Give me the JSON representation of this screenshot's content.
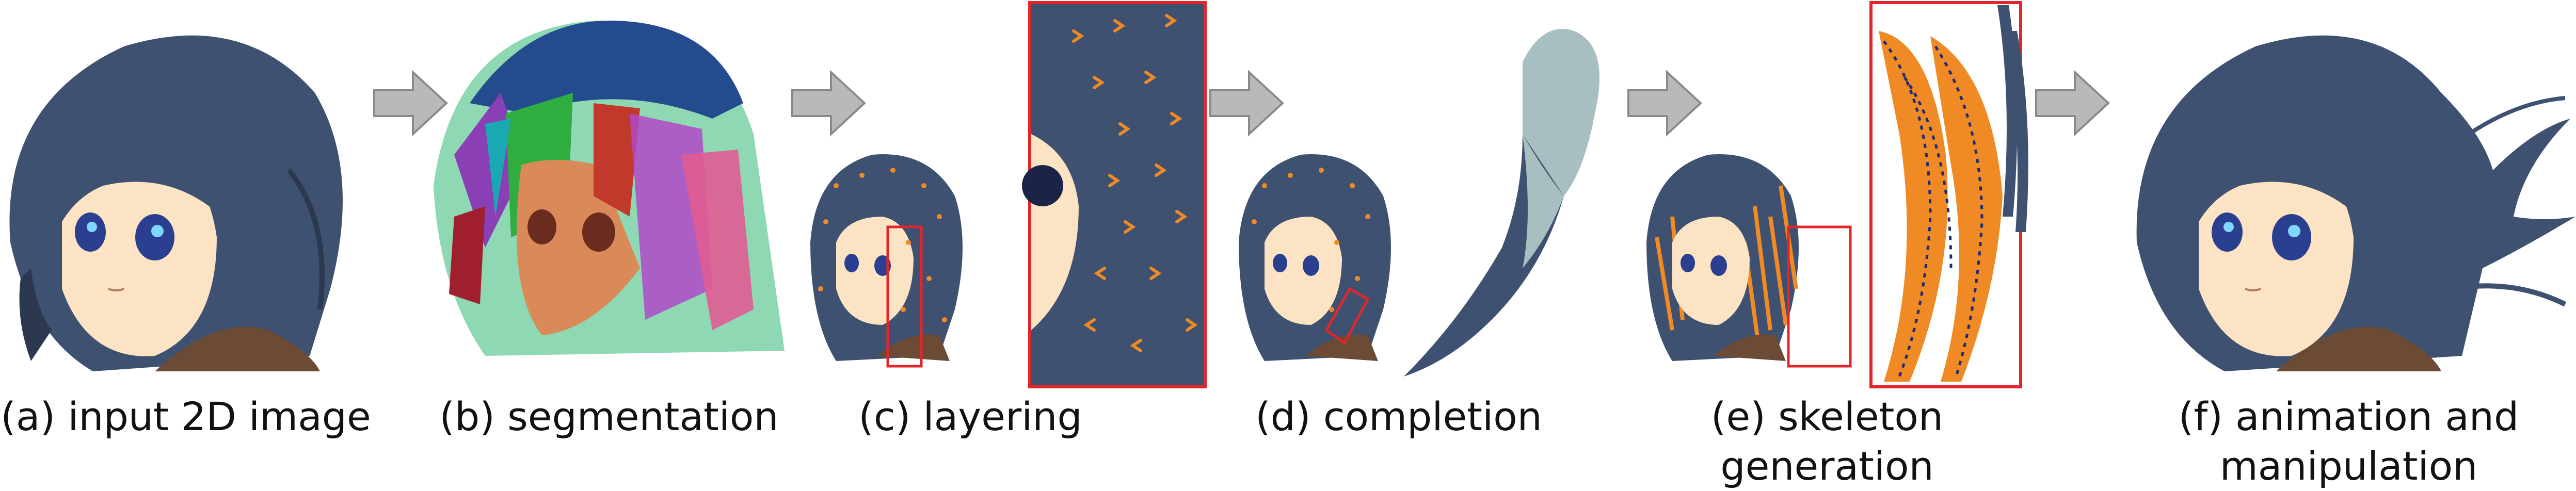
{
  "figure": {
    "panels": [
      {
        "id": "a",
        "caption": "(a) input 2D image"
      },
      {
        "id": "b",
        "caption": "(b) segmentation"
      },
      {
        "id": "c",
        "caption": "(c) layering"
      },
      {
        "id": "d",
        "caption": "(d) completion"
      },
      {
        "id": "e",
        "caption": "(e) skeleton generation"
      },
      {
        "id": "f",
        "caption": "(f) animation and\nmanipulation"
      }
    ],
    "colors": {
      "hair": "#3f5170",
      "hair_dark": "#2b3850",
      "skin": "#fbe3c4",
      "shadow_skin": "#6b4a36",
      "arrow_fill": "#b9b9b9",
      "arrow_stroke": "#8a8a8a",
      "highlight_box": "#e0262b",
      "orange": "#f08a24",
      "teal": "#a8bfc2",
      "bone": "#1d2a7a"
    }
  }
}
